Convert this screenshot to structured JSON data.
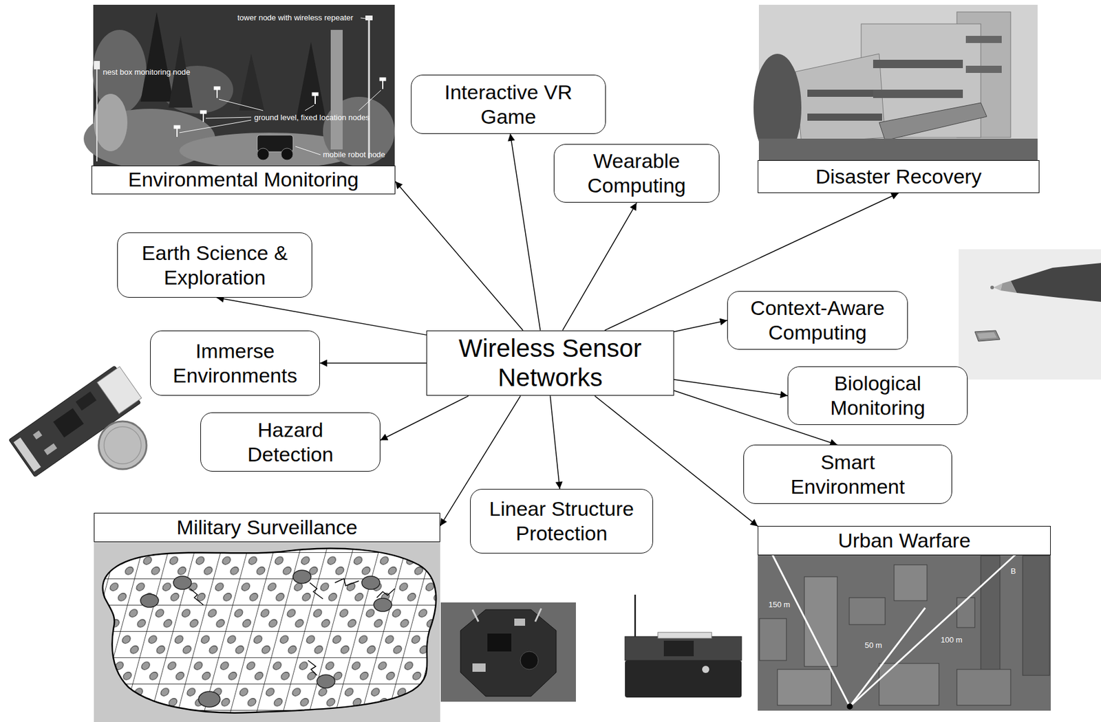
{
  "diagram": {
    "nodes": [
      {
        "text": [
          "Environmental Monitoring"
        ]
      },
      {
        "text": [
          "Interactive VR Game"
        ]
      },
      {
        "text": [
          "Disaster Recovery"
        ]
      },
      {
        "text": [
          "Wearable Computing"
        ]
      },
      {
        "text": [
          "Earth Science & Exploration"
        ]
      },
      {
        "text": [
          "Context-Aware Computing"
        ]
      },
      {
        "text": [
          "Wireless Sensor Networks"
        ]
      },
      {
        "text": [
          "Immerse Environments"
        ]
      },
      {
        "text": [
          "Biological Monitoring"
        ]
      },
      {
        "text": [
          "Hazard Detection"
        ]
      },
      {
        "text": [
          "Smart Environment"
        ]
      },
      {
        "text": [
          "Linear Structure Protection"
        ]
      },
      {
        "text": [
          "Military Surveillance"
        ]
      },
      {
        "text": [
          "Urban Warfare"
        ]
      }
    ],
    "edges": [
      {
        "from": 6,
        "to": 0,
        "arrow": "to"
      },
      {
        "from": 6,
        "to": 1,
        "arrow": "to"
      },
      {
        "from": 6,
        "to": 2,
        "arrow": "to"
      },
      {
        "from": 6,
        "to": 3,
        "arrow": "to"
      },
      {
        "from": 6,
        "to": 4,
        "arrow": "to"
      },
      {
        "from": 6,
        "to": 5,
        "arrow": "to"
      },
      {
        "from": 6,
        "to": 7,
        "arrow": "to"
      },
      {
        "from": 6,
        "to": 8,
        "arrow": "to"
      },
      {
        "from": 6,
        "to": 9,
        "arrow": "to"
      },
      {
        "from": 6,
        "to": 10,
        "arrow": "to"
      },
      {
        "from": 6,
        "to": 11,
        "arrow": "to"
      },
      {
        "from": 6,
        "to": 12,
        "arrow": "to"
      },
      {
        "from": 6,
        "to": 13,
        "arrow": "to"
      }
    ],
    "labels": [
      "tower node with wireless repeater",
      "nest box monitoring node",
      "ground level, fixed location nodes",
      "mobile robot node",
      "150 m",
      "50 m",
      "100 m",
      "B"
    ]
  }
}
